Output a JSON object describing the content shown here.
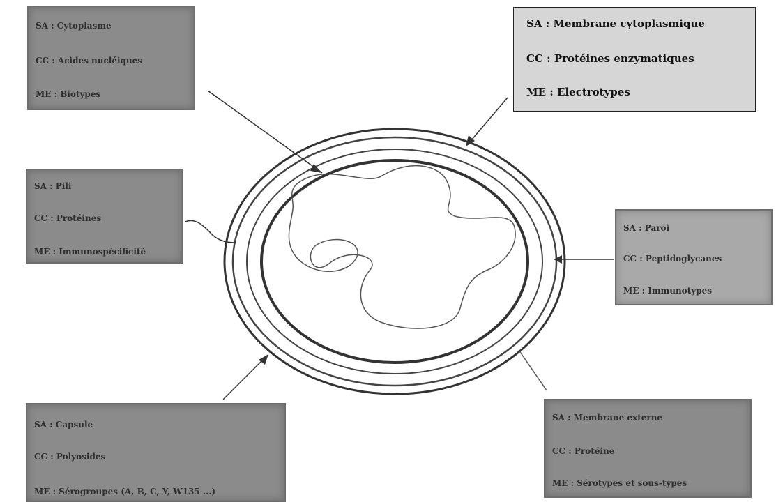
{
  "diagram": {
    "labels": {
      "cytoplasme": {
        "sa": "SA : Cytoplasme",
        "cc": "CC : Acides nucléiques",
        "me": "ME : Biotypes"
      },
      "membrane_cytoplasmique": {
        "sa": "SA : Membrane cytoplasmique",
        "cc": "CC : Protéines enzymatiques",
        "me": "ME : Electrotypes"
      },
      "pili": {
        "sa": "SA : Pili",
        "cc": "CC : Protéines",
        "me": "ME : Immunospécificité"
      },
      "paroi": {
        "sa": "SA : Paroi",
        "cc": "CC : Peptidoglycanes",
        "me": "ME : Immunotypes"
      },
      "capsule": {
        "sa": "SA : Capsule",
        "cc": "CC : Polyosides",
        "me": "ME : Sérogroupes (A, B, C, Y, W135 ...)"
      },
      "membrane_externe": {
        "sa": "SA : Membrane externe",
        "cc": "CC : Protéine",
        "me": "ME : Sérotypes et sous-types"
      }
    },
    "colors": {
      "grey_box": "#8b8b8b",
      "light_box": "#d6d6d6",
      "line": "#333333"
    }
  }
}
